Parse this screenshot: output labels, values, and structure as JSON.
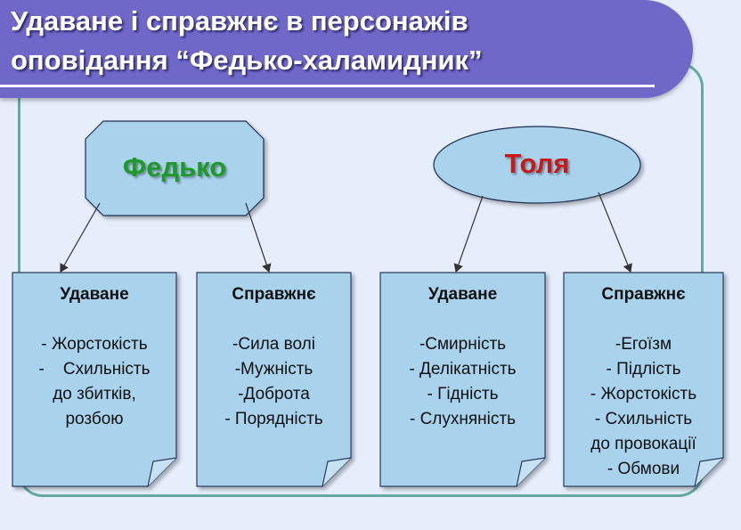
{
  "title": {
    "line1": "Удаване і справжнє в персонажів",
    "line2": "оповідання “Федько-халамидник”"
  },
  "colors": {
    "banner": "#6f68c9",
    "node_fill": "#a9d2ec",
    "box_fill": "#a9d2ec",
    "fedko_text": "#1e9a2a",
    "tolia_text": "#c91818"
  },
  "characters": [
    {
      "name": "Федько",
      "shape": "octagon",
      "boxes": [
        {
          "heading": "Удаване",
          "items": [
            "- Жорстокість",
            "-    Схильність",
            "до збитків,",
            "розбою"
          ]
        },
        {
          "heading": "Справжнє",
          "items": [
            "-Сила волі",
            "-Мужність",
            "-Доброта",
            "- Порядність"
          ]
        }
      ]
    },
    {
      "name": "Толя",
      "shape": "ellipse",
      "boxes": [
        {
          "heading": "Удаване",
          "items": [
            "-Смирність",
            "- Делікатність",
            "- Гідність",
            "- Слухняність"
          ]
        },
        {
          "heading": "Справжнє",
          "items": [
            "-Егоїзм",
            "- Підлість",
            "- Жорстокість",
            "- Схильність",
            "до провокації",
            "- Обмови"
          ]
        }
      ]
    }
  ]
}
